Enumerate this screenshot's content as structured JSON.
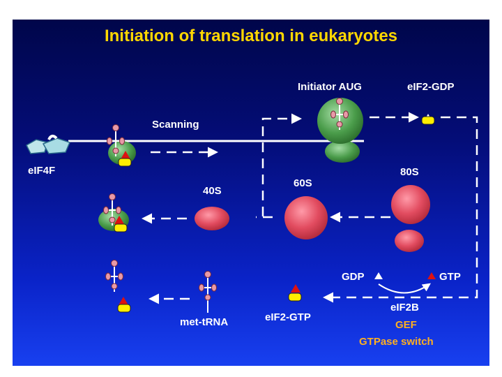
{
  "title": "Initiation of translation in eukaryotes",
  "labels": {
    "scanning": "Scanning",
    "initiator_aug": "Initiator AUG",
    "eif2_gdp": "eIF2-GDP",
    "eif4f": "eIF4F",
    "s40": "40S",
    "s60": "60S",
    "s80": "80S",
    "gdp": "GDP",
    "gtp": "GTP",
    "met_trna": "met-tRNA",
    "eif2_gtp": "eIF2-GTP",
    "eif2b": "eIF2B",
    "gef": "GEF",
    "gtpase_switch": "GTPase switch"
  },
  "colors": {
    "bg_top": "#00064a",
    "bg_bottom": "#1840f0",
    "title": "#ffd700",
    "accent_orange": "#ffb020",
    "small_subunit": "#3a8a3a",
    "ribosome_red": "#e04a5a",
    "eif2_yellow": "#ffee00",
    "gtp_red": "#dd1111"
  }
}
